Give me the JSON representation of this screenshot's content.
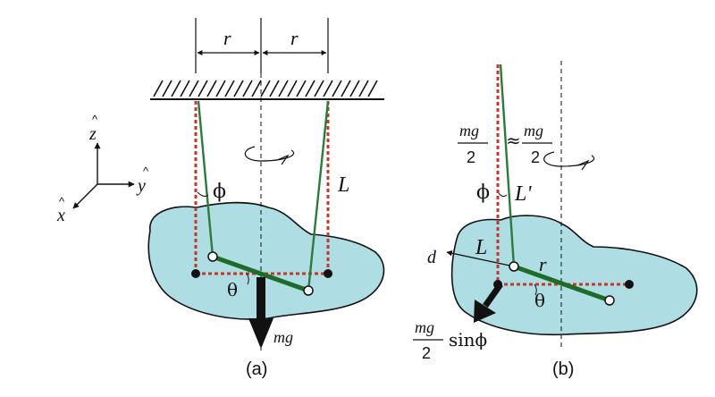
{
  "panels": {
    "a": {
      "caption": "(a)",
      "r_left": "r",
      "r_right": "r",
      "length": "L",
      "angle_phi": "ϕ",
      "angle_theta": "θ",
      "weight": "mg"
    },
    "b": {
      "caption": "(b)",
      "tension_left_num": "mg",
      "tension_left_den": "2",
      "approx": "≈",
      "tension_right_num": "mg",
      "tension_right_den": "2",
      "angle_phi": "ϕ",
      "length_prime": "L'",
      "length": "L",
      "r": "r",
      "d": "d",
      "angle_theta": "θ",
      "force_num": "mg",
      "force_den": "2",
      "force_fn": "sinϕ"
    }
  },
  "axes": {
    "z": "z",
    "y": "y",
    "x": "x",
    "hat": "^"
  },
  "colors": {
    "object_fill": "#aedde3",
    "string": "#2c7a3c",
    "bar": "#1e6b2a",
    "dotted_red": "#c0392b",
    "ink": "#111111"
  }
}
